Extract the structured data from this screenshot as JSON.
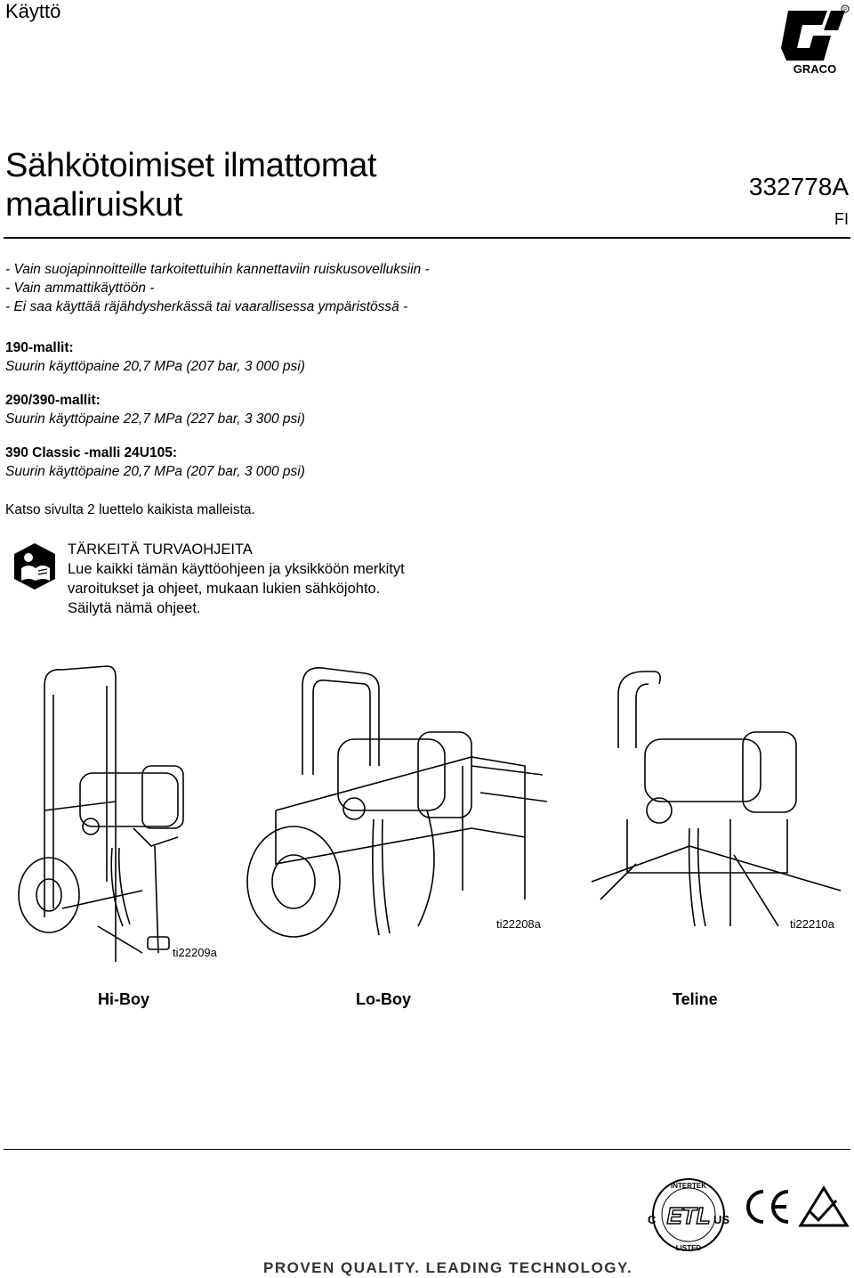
{
  "header": {
    "section": "Käyttö",
    "brand": "GRACO"
  },
  "title": {
    "line1": "Sähkötoimiset ilmattomat",
    "line2": "maaliruiskut",
    "doc_number": "332778A",
    "language": "FI"
  },
  "usage_notes": [
    "- Vain suojapinnoitteille tarkoitettuihin kannettaviin ruiskusovelluksiin -",
    "- Vain ammattikäyttöön -",
    "- Ei saa käyttää räjähdysherkässä tai vaarallisessa ympäristössä -"
  ],
  "models": [
    {
      "name": "190-mallit:",
      "pressure": "Suurin käyttöpaine 20,7 MPa (207 bar, 3 000 psi)"
    },
    {
      "name": "290/390-mallit:",
      "pressure": "Suurin käyttöpaine 22,7 MPa (227 bar, 3 300 psi)"
    },
    {
      "name": "390 Classic -malli 24U105:",
      "pressure": "Suurin käyttöpaine 20,7 MPa (207 bar, 3 000 psi)"
    }
  ],
  "models_note": "Katso sivulta 2 luettelo kaikista malleista.",
  "safety": {
    "heading": "TÄRKEITÄ TURVAOHJEITA",
    "line1": "Lue kaikki tämän käyttöohjeen ja yksikköön merkityt",
    "line2": "varoitukset ja ohjeet, mukaan lukien sähköjohto.",
    "line3": "Säilytä nämä ohjeet."
  },
  "figures": [
    {
      "caption": "ti22209a",
      "label": "Hi-Boy"
    },
    {
      "caption": "ti22208a",
      "label": "Lo-Boy"
    },
    {
      "caption": "ti22210a",
      "label": "Teline"
    }
  ],
  "certifications": {
    "etl_top": "INTERTEK",
    "etl_bottom": "LISTED",
    "etl_c": "C",
    "etl_us": "US",
    "etl_mark": "ETL"
  },
  "footer": {
    "slogan": "PROVEN QUALITY. LEADING TECHNOLOGY."
  }
}
